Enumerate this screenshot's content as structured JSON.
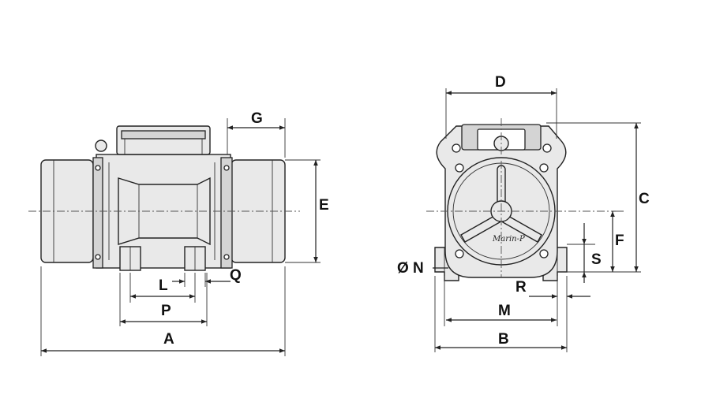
{
  "labels": {
    "A": "A",
    "B": "B",
    "C": "C",
    "D": "D",
    "E": "E",
    "F": "F",
    "G": "G",
    "L": "L",
    "M": "M",
    "N": "Ø N",
    "P": "P",
    "Q": "Q",
    "R": "R",
    "S": "S"
  },
  "brand_logo_text": "Marin-P"
}
